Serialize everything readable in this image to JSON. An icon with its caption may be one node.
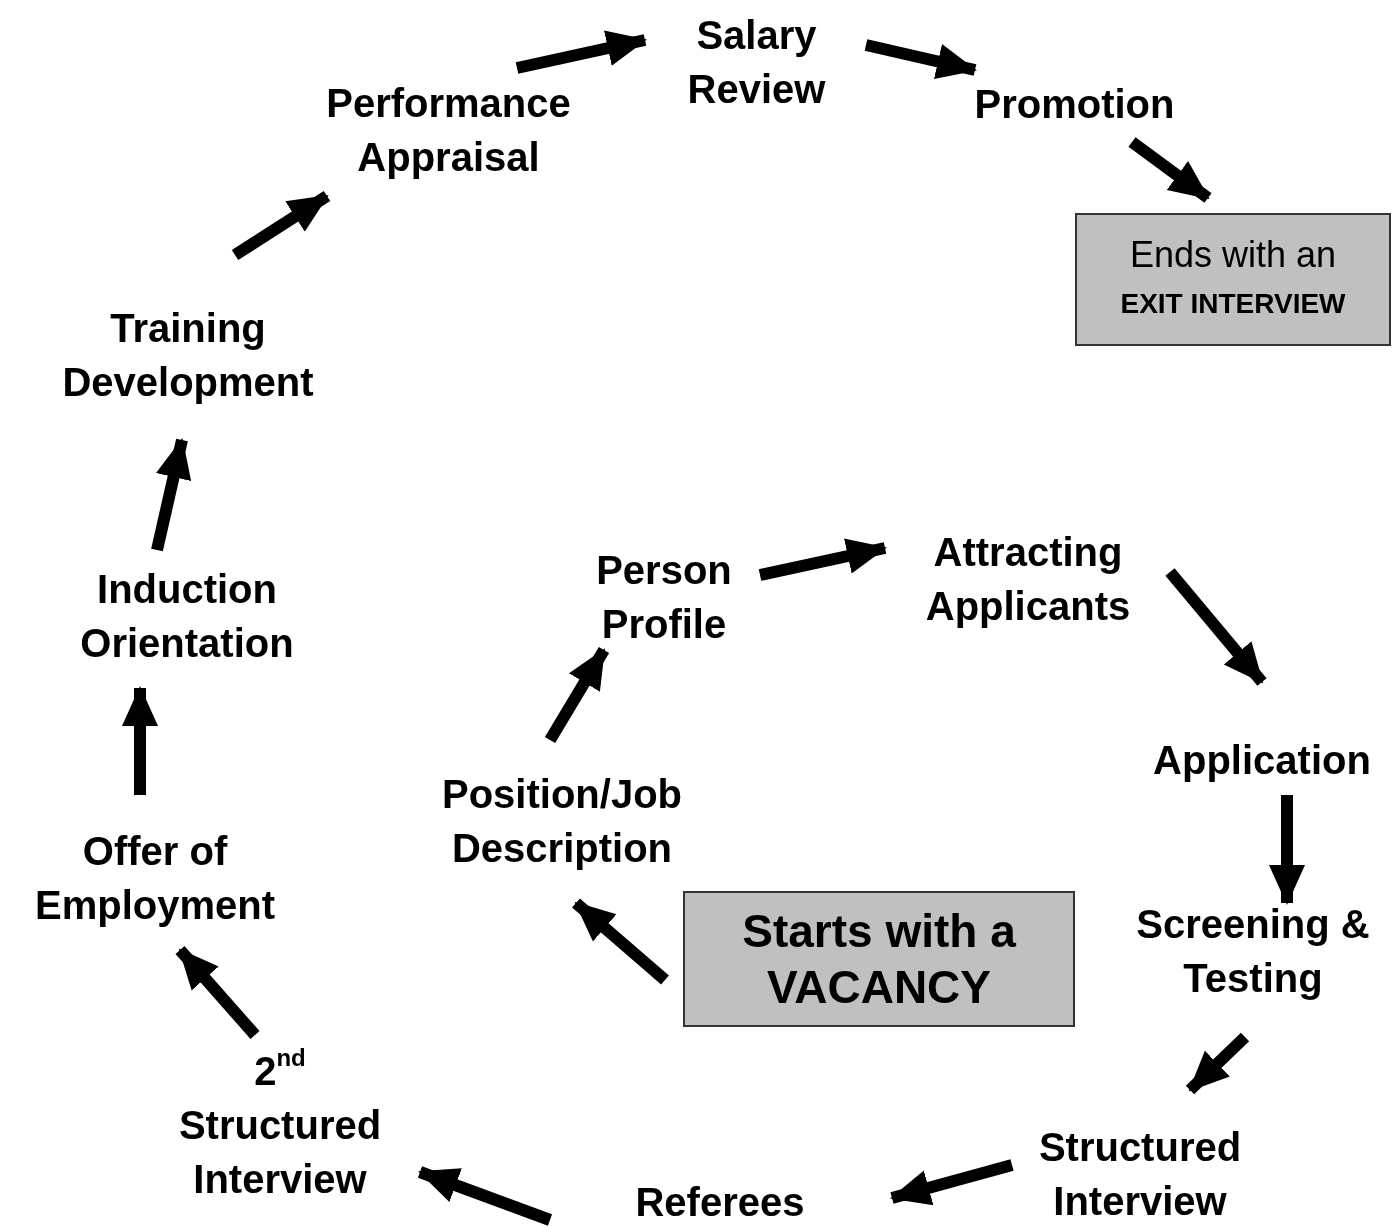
{
  "diagram": {
    "nodes": [
      {
        "text": [
          "Starts with a VACANCY"
        ]
      },
      {
        "text": [
          "Position/Job Description"
        ]
      },
      {
        "text": [
          "Person Profile"
        ]
      },
      {
        "text": [
          "Attracting Applicants"
        ]
      },
      {
        "text": [
          "Application"
        ]
      },
      {
        "text": [
          "Screening & Testing"
        ]
      },
      {
        "text": [
          "Structured Interview"
        ]
      },
      {
        "text": [
          "Referees"
        ]
      },
      {
        "text": [
          "2$^{nd}$ Structured Interview"
        ]
      },
      {
        "text": [
          "Offer of Employment"
        ]
      },
      {
        "text": [
          "Induction Orientation"
        ]
      },
      {
        "text": [
          "Training Development"
        ]
      },
      {
        "text": [
          "Performance Appraisal"
        ]
      },
      {
        "text": [
          "Salary Review"
        ]
      },
      {
        "text": [
          "Promotion"
        ]
      },
      {
        "text": [
          "Ends with an **EXIT INTERVIEW**"
        ]
      }
    ],
    "edges": [
      {
        "from": 0,
        "to": 1,
        "arrow": "to"
      },
      {
        "from": 1,
        "to": 2,
        "arrow": "to"
      },
      {
        "from": 2,
        "to": 3,
        "arrow": "to"
      },
      {
        "from": 3,
        "to": 4,
        "arrow": "to"
      },
      {
        "from": 4,
        "to": 5,
        "arrow": "to"
      },
      {
        "from": 5,
        "to": 6,
        "arrow": "to"
      },
      {
        "from": 6,
        "to": 7,
        "arrow": "to"
      },
      {
        "from": 7,
        "to": 8,
        "arrow": "to"
      },
      {
        "from": 8,
        "to": 9,
        "arrow": "to"
      },
      {
        "from": 9,
        "to": 10,
        "arrow": "to"
      },
      {
        "from": 10,
        "to": 11,
        "arrow": "to"
      },
      {
        "from": 11,
        "to": 12,
        "arrow": "to"
      },
      {
        "from": 12,
        "to": 13,
        "arrow": "to"
      },
      {
        "from": 13,
        "to": 14,
        "arrow": "to"
      },
      {
        "from": 14,
        "to": 15,
        "arrow": "to"
      }
    ]
  }
}
